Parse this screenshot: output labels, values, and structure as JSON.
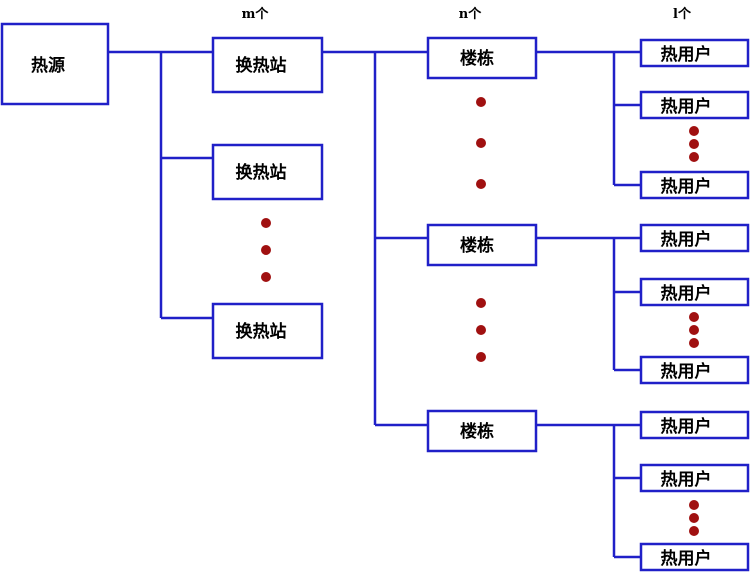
{
  "headers": {
    "stations": "m个",
    "buildings": "n个",
    "users": "l个"
  },
  "labels": {
    "source": "热源",
    "station": "换热站",
    "building": "楼栋",
    "user": "热用户"
  },
  "colors": {
    "line": "#2020c8",
    "dot": "#a01010"
  }
}
